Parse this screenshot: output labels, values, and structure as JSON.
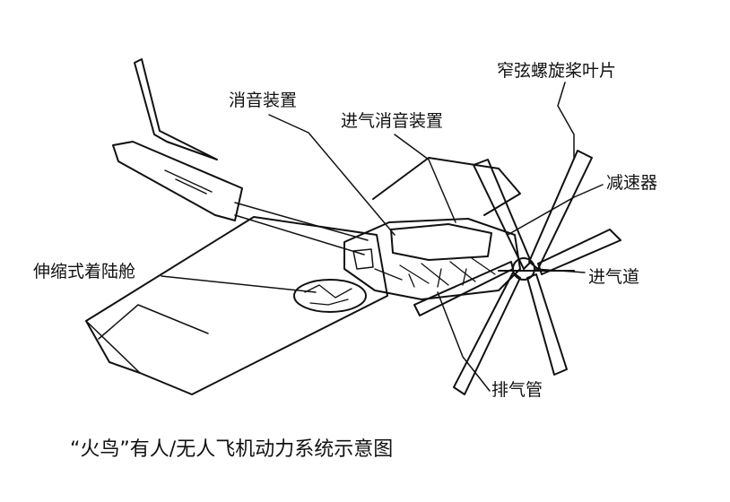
{
  "diagram": {
    "caption": "“火鸟”有人/无人飞机动力系统示意图",
    "labels": {
      "muffler": "消音装置",
      "intake_muffler": "进气消音装置",
      "propeller_blades": "窄弦螺旋桨叶片",
      "reducer": "减速器",
      "retractable_gear": "伸缩式着陆舱",
      "air_intake": "进气道",
      "exhaust_pipe": "排气管"
    },
    "colors": {
      "ink": "#111111",
      "paper": "#ffffff"
    }
  }
}
